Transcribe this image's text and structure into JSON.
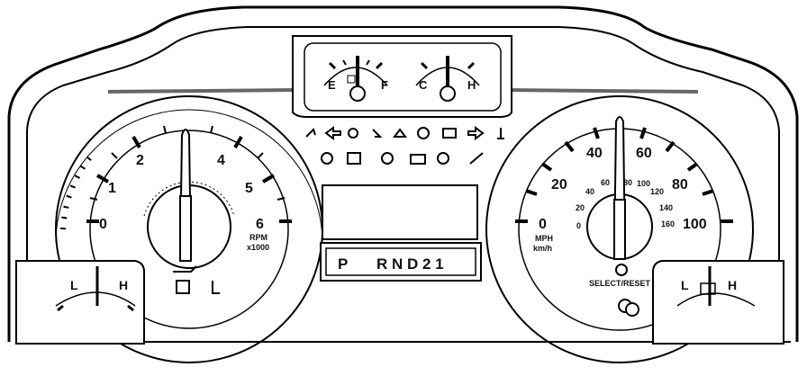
{
  "tachometer": {
    "labels": [
      "0",
      "1",
      "2",
      "4",
      "5",
      "6"
    ],
    "unit_line1": "RPM",
    "unit_line2": "x1000"
  },
  "speedometer": {
    "mph_labels": [
      "0",
      "20",
      "40",
      "60",
      "80",
      "100"
    ],
    "kmh_labels": [
      "0",
      "20",
      "40",
      "60",
      "80",
      "100",
      "120",
      "140",
      "160"
    ],
    "unit_line1": "MPH",
    "unit_line2": "km/h",
    "button_label": "SELECT/RESET"
  },
  "fuel_gauge": {
    "left": "E",
    "right": "F"
  },
  "temp_gauge": {
    "left": "C",
    "right": "H"
  },
  "oil_pressure_gauge": {
    "left": "L",
    "right": "H"
  },
  "voltmeter": {
    "left": "L",
    "right": "H"
  },
  "prndl": {
    "park": "P",
    "rest": "R N D 2 1"
  },
  "icons": {
    "warning_row1": [
      "cruise-icon",
      "left-turn-icon",
      "seatbelt-icon",
      "airbag-icon",
      "4x4-icon",
      "abs-icon",
      "battery-icon",
      "right-turn-icon",
      "temp-icon"
    ],
    "warning_row2": [
      "service-icon",
      "traction-icon",
      "brake-icon",
      "check-engine-icon",
      "overdrive-icon",
      "wrench-icon"
    ]
  }
}
